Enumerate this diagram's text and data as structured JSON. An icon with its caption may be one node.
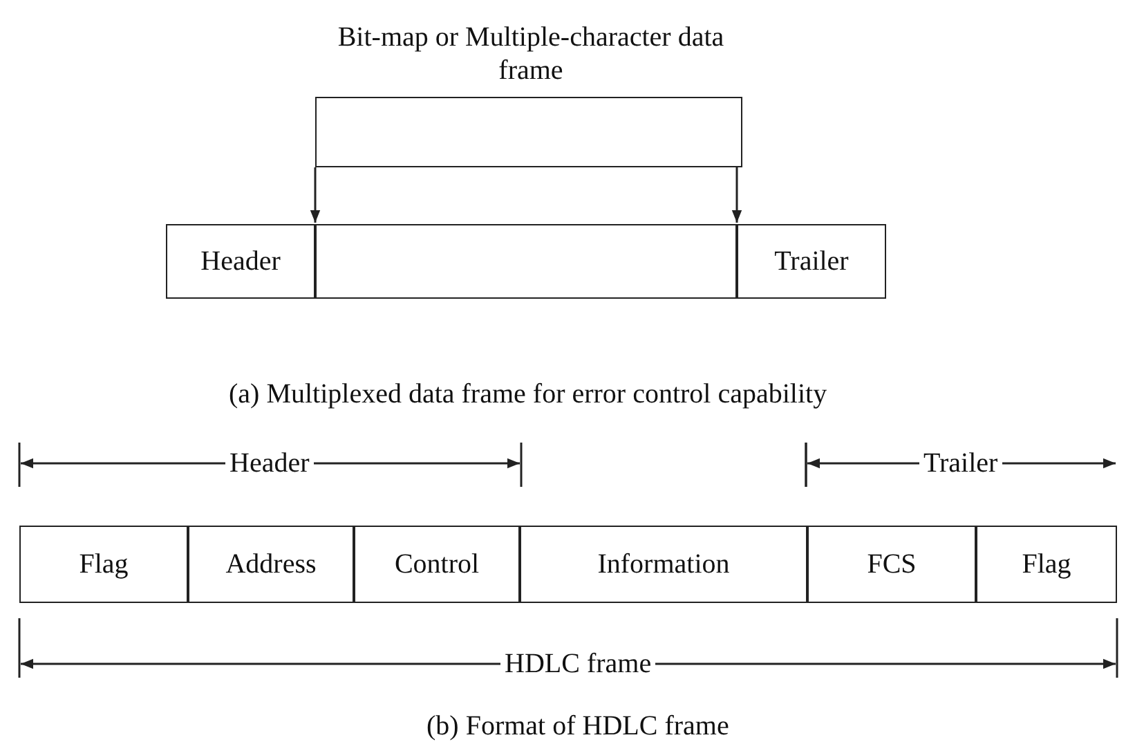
{
  "diagram": {
    "nodes": [
      {
        "text": [
          "Bit-map or Multiple-character data frame"
        ]
      },
      {
        "text": [
          "Header"
        ]
      },
      {
        "text": [],
        "shape": "box"
      },
      {
        "text": [
          "Trailer"
        ]
      },
      {
        "text": [
          "Flag"
        ]
      },
      {
        "text": [
          "Address"
        ]
      },
      {
        "text": [
          "Control"
        ]
      },
      {
        "text": [
          "Information"
        ]
      },
      {
        "text": [
          "FCS"
        ]
      },
      {
        "text": [
          "Flag"
        ]
      }
    ],
    "edges": [
      {
        "from": 0,
        "to": 2,
        "arrow": "to"
      },
      {
        "from": 0,
        "to": 2,
        "arrow": "to"
      }
    ],
    "labels": [
      "(a) Multiplexed data frame for error control capability",
      "Header",
      "Trailer",
      "HDLC frame",
      "(b) Format of HDLC frame"
    ]
  }
}
